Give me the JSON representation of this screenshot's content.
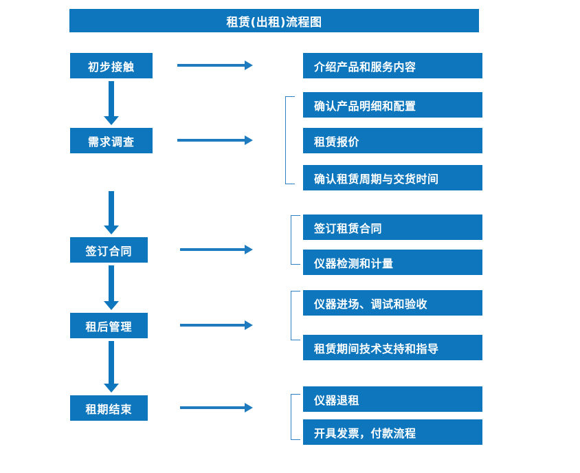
{
  "title": "租赁(出租)流程图",
  "accent_color": "#0E76BC",
  "arrow_color": "#1E7BC0",
  "bracket_color": "#2E7FC0",
  "text_color": "#FFFFFF",
  "background_color": "#FFFFFF",
  "stages": [
    {
      "label": "初步接触"
    },
    {
      "label": "需求调查"
    },
    {
      "label": "签订合同"
    },
    {
      "label": "租后管理"
    },
    {
      "label": "租期结束"
    }
  ],
  "details": [
    {
      "label": "介绍产品和服务内容"
    },
    {
      "label": "确认产品明细和配置"
    },
    {
      "label": "租赁报价"
    },
    {
      "label": "确认租赁周期与交货时间"
    },
    {
      "label": "签订租赁合同"
    },
    {
      "label": "仪器检测和计量"
    },
    {
      "label": "仪器进场、调试和验收"
    },
    {
      "label": "租赁期间技术支持和指导"
    },
    {
      "label": "仪器退租"
    },
    {
      "label": "开具发票，付款流程"
    }
  ],
  "flow": {
    "stage_to_detail_arrows": 5,
    "stage_to_stage_arrows": 4,
    "bracket_groups": [
      {
        "stage": "需求调查",
        "detail_count": 3
      },
      {
        "stage": "签订合同",
        "detail_count": 2
      },
      {
        "stage": "租后管理",
        "detail_count": 2
      },
      {
        "stage": "租期结束",
        "detail_count": 2
      }
    ]
  }
}
